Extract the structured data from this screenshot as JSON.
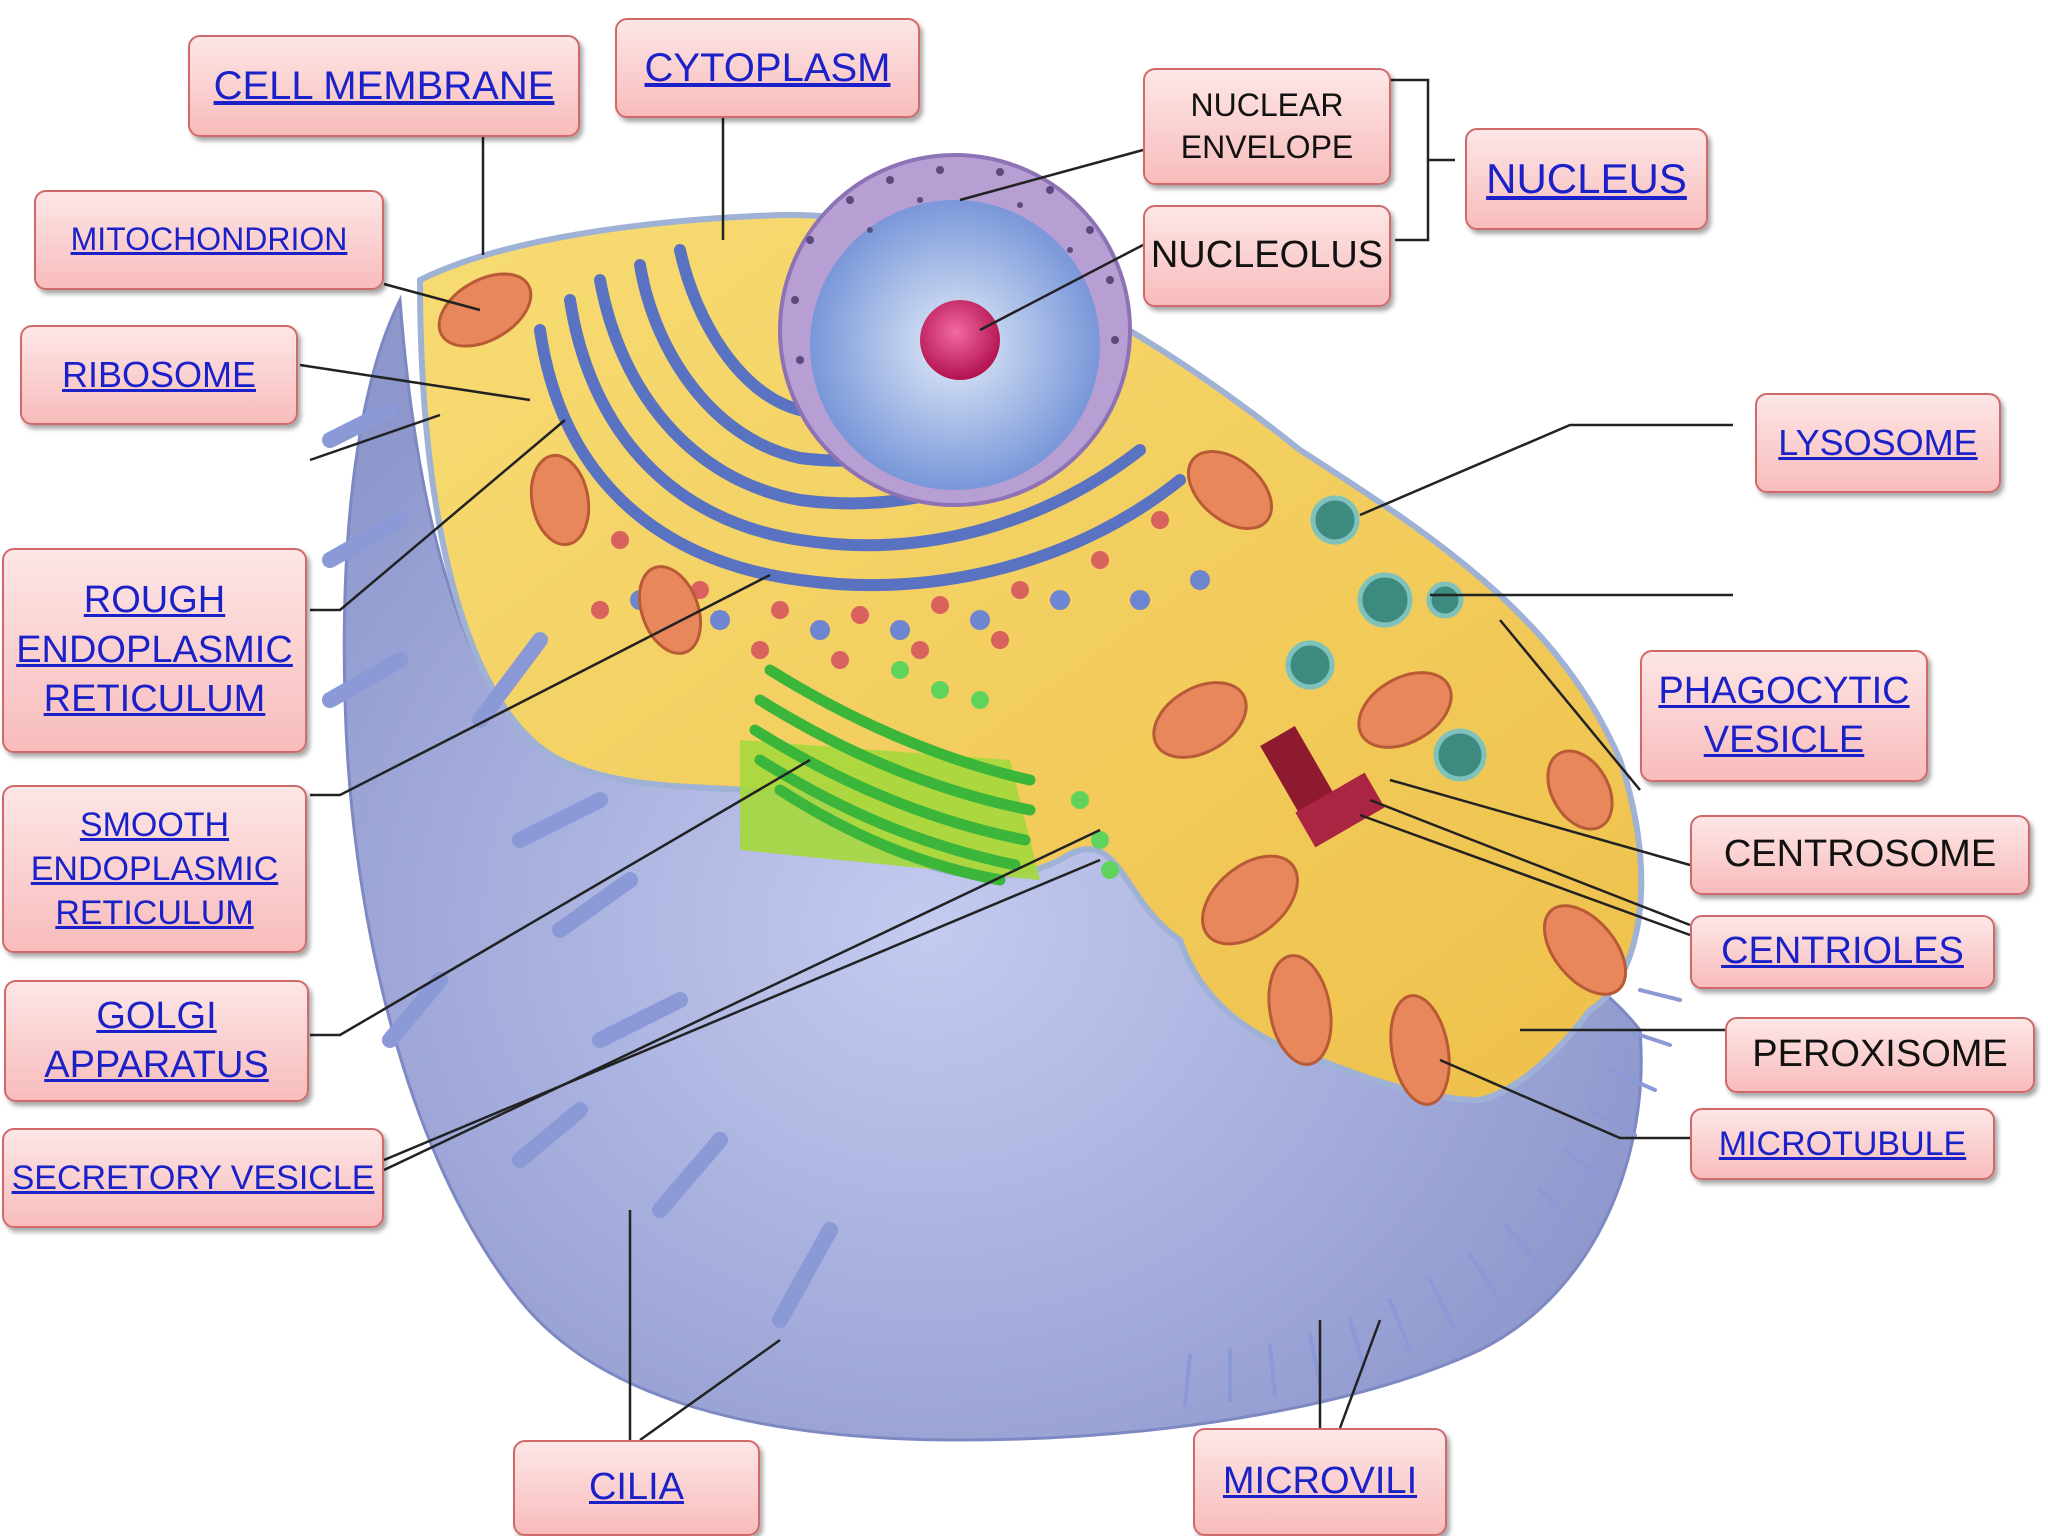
{
  "labels": {
    "cell_membrane": "CELL MEMBRANE",
    "cytoplasm": "CYTOPLASM",
    "nuclear_envelope": "NUCLEAR\nENVELOPE",
    "nucleolus": "NUCLEOLUS",
    "nucleus": "NUCLEUS",
    "mitochondrion": "MITOCHONDRION",
    "ribosome": "RIBOSOME",
    "lysosome": "LYSOSOME",
    "rough_er": "ROUGH\nENDOPLASMIC\nRETICULUM",
    "phagocytic_vesicle": "PHAGOCYTIC\nVESICLE",
    "smooth_er": "SMOOTH\nENDOPLASMIC\nRETICULUM",
    "centrosome": "CENTROSOME",
    "centrioles": "CENTRIOLES",
    "golgi": "GOLGI\nAPPARATUS",
    "peroxisome": "PEROXISOME",
    "secretory_vesicle": "SECRETORY VESICLE",
    "microtubule": "MICROTUBULE",
    "cilia": "CILIA",
    "microvili": "MICROVILI"
  },
  "colors": {
    "label_fill": "#f8bcbc",
    "label_border": "#d06a6a",
    "link_text": "#1b21c9",
    "plain_text": "#111111",
    "cell_body": "#a9b3e0",
    "cytoplasm": "#f4cf59",
    "rough_er": "#5a72c2",
    "golgi": "#4fc24b",
    "mitochondria": "#e8875c",
    "nucleus": "#8ea8e0",
    "nucleolus": "#d8206a",
    "nuclear_envelope": "#b79fd4",
    "lysosome": "#3c8a80",
    "centrioles": "#8e1a30",
    "leader_line": "#222222"
  }
}
